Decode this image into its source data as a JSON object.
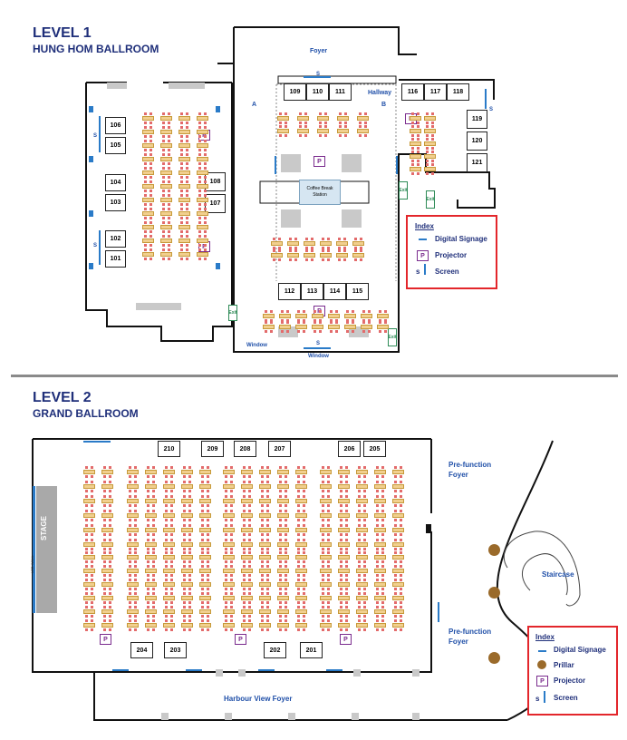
{
  "level1": {
    "level_label": "LEVEL 1",
    "venue_name": "HUNG HOM BALLROOM",
    "foyer": "Foyer",
    "hallway": "Hallway",
    "zone_a": "A",
    "zone_b": "B",
    "rooms_top": [
      "109",
      "110",
      "111"
    ],
    "rooms_top_right": [
      "116",
      "117",
      "118"
    ],
    "rooms_right": [
      "119",
      "120",
      "121"
    ],
    "rooms_left_top": [
      "106",
      "105"
    ],
    "rooms_left_mid": [
      "104",
      "103"
    ],
    "rooms_left_bottom": [
      "102",
      "101"
    ],
    "rooms_center_left": [
      "108",
      "107"
    ],
    "rooms_bottom": [
      "112",
      "113",
      "114",
      "115"
    ],
    "coffee_station": "Coffee Break Station",
    "window_1": "Window",
    "window_2": "Window",
    "exit_1": "Exit",
    "exit_2": "Exit",
    "exit_3": "Exit",
    "exit_4": "Exit",
    "projector_label": "P",
    "screen_label": "S",
    "index": {
      "title": "Index",
      "digital_signage": "Digital Signage",
      "projector": "Projector",
      "screen": "Screen",
      "p_symbol": "P",
      "s_symbol": "s"
    }
  },
  "level2": {
    "level_label": "LEVEL 2",
    "venue_name": "GRAND BALLROOM",
    "rooms_top": [
      "210",
      "209",
      "208",
      "207",
      "206",
      "205"
    ],
    "rooms_bottom": [
      "204",
      "203",
      "202",
      "201"
    ],
    "stage": "STAGE",
    "led_wall": "LED WALL",
    "prefunction_1": "Pre-function\nFoyer",
    "prefunction_2": "Pre-function\nFoyer",
    "harbour_foyer": "Harbour View Foyer",
    "staircase": "Staircase",
    "projector_label": "P",
    "index": {
      "title": "Index",
      "digital_signage": "Digital Signage",
      "pillar": "Prillar",
      "projector": "Projector",
      "screen": "Screen",
      "p_symbol": "P",
      "s_symbol": "s"
    }
  },
  "colors": {
    "title_blue": "#1f2f7a",
    "signage_blue": "#2a7bc8",
    "index_red": "#e3262b",
    "projector_purple": "#7b2c8e",
    "table_tan": "#f1cf8e",
    "chair_red": "#e36b6b",
    "pillar_brown": "#9a6a2a",
    "exit_green": "#2e8b57"
  }
}
